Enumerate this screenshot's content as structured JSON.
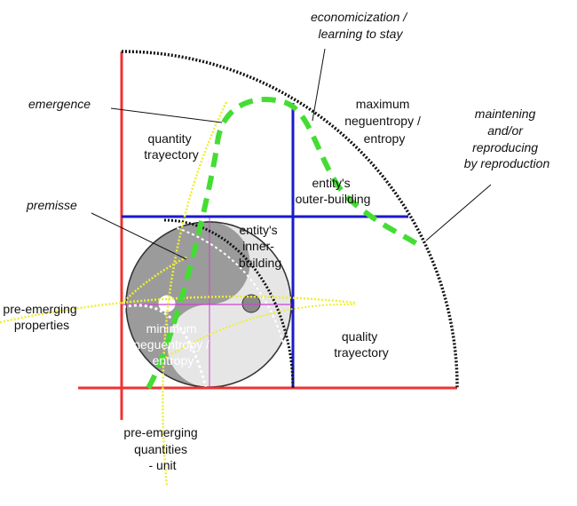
{
  "labels": {
    "economicization": [
      "economicization /",
      "learning to stay"
    ],
    "emergence": "emergence",
    "maximum": [
      "maximum",
      "neguentropy /",
      "entropy"
    ],
    "maintening": [
      "maintening",
      "and/or",
      "reproducing",
      "by reproduction"
    ],
    "quantity_trayectory": [
      "quantity",
      "trayectory"
    ],
    "outer_building": [
      "entity's",
      "outer-building"
    ],
    "premisse": "premisse",
    "inner_building": [
      "entity's",
      "inner-",
      "building"
    ],
    "pre_emerging_properties": [
      "pre-emerging",
      "properties"
    ],
    "minimum": [
      "minimum",
      "neguentropy /",
      "entropy"
    ],
    "quality_trayectory": [
      "quality",
      "trayectory"
    ],
    "pre_emerging_quantities": [
      "pre-emerging",
      "quantities",
      "- unit"
    ]
  },
  "colors": {
    "axis": "#ee3333",
    "building": "#1a1acc",
    "trajectory": "#44dd33",
    "chaos": "#eeee33",
    "circle_outer": "#c8c8c8",
    "circle_dark": "#8a8a8a",
    "magenta": "#cc44cc"
  }
}
